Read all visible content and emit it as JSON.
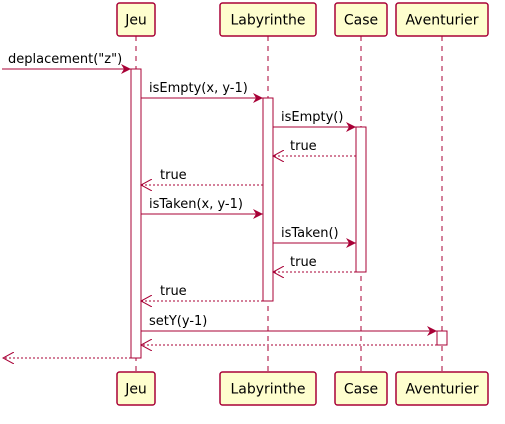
{
  "diagram": {
    "type": "sequence",
    "participants": [
      {
        "id": "jeu",
        "label": "Jeu"
      },
      {
        "id": "labyrinthe",
        "label": "Labyrinthe"
      },
      {
        "id": "case",
        "label": "Case"
      },
      {
        "id": "aventurier",
        "label": "Aventurier"
      }
    ],
    "messages": [
      {
        "from": "external",
        "to": "jeu",
        "label": "deplacement(\"z\")",
        "kind": "call"
      },
      {
        "from": "jeu",
        "to": "labyrinthe",
        "label": "isEmpty(x, y-1)",
        "kind": "call"
      },
      {
        "from": "labyrinthe",
        "to": "case",
        "label": "isEmpty()",
        "kind": "call"
      },
      {
        "from": "case",
        "to": "labyrinthe",
        "label": "true",
        "kind": "return"
      },
      {
        "from": "labyrinthe",
        "to": "jeu",
        "label": "true",
        "kind": "return"
      },
      {
        "from": "jeu",
        "to": "labyrinthe",
        "label": "isTaken(x, y-1)",
        "kind": "call"
      },
      {
        "from": "labyrinthe",
        "to": "case",
        "label": "isTaken()",
        "kind": "call"
      },
      {
        "from": "case",
        "to": "labyrinthe",
        "label": "true",
        "kind": "return"
      },
      {
        "from": "labyrinthe",
        "to": "jeu",
        "label": "true",
        "kind": "return"
      },
      {
        "from": "jeu",
        "to": "aventurier",
        "label": "setY(y-1)",
        "kind": "call"
      },
      {
        "from": "aventurier",
        "to": "jeu",
        "label": "",
        "kind": "return"
      },
      {
        "from": "jeu",
        "to": "external",
        "label": "",
        "kind": "return"
      }
    ],
    "colors": {
      "participant_fill": "#FEFECE",
      "participant_border": "#A80036",
      "arrow": "#A80036",
      "activation_fill": "#FFFFFF",
      "lifeline": "#A80036"
    }
  }
}
